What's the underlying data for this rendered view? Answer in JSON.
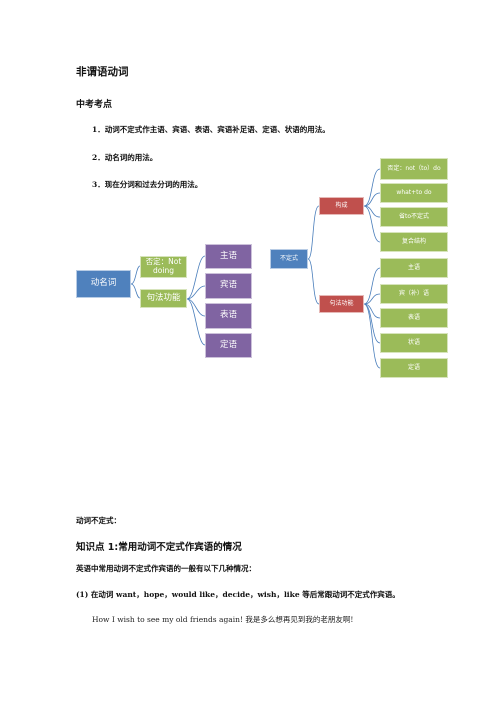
{
  "title": "非谓语动词",
  "section": "中考考点",
  "points": [
    "1．动词不定式作主语、宾语、表语、宾语补足语、定语、状语的用法。",
    "2．动名词的用法。",
    "3．现在分词和过去分词的用法。"
  ],
  "diagram": {
    "gerund": "动名词",
    "gerund_neg": "否定：Not doing",
    "gerund_func": "句法功能",
    "gerund_roles": [
      "主语",
      "宾语",
      "表语",
      "定语"
    ],
    "infinitive": "不定式",
    "inf_structure": "构成",
    "inf_structure_items": [
      "否定：not（to）do",
      "what+to do",
      "省to不定式",
      "复合结构"
    ],
    "inf_func": "句法功能",
    "inf_func_items": [
      "主语",
      "宾（补）语",
      "表语",
      "状语",
      "定语"
    ]
  },
  "infinitive_heading": "动词不定式：",
  "knowledge_point": "知识点 1:常用动词不定式作宾语的情况",
  "intro": "英语中常用动词不定式作宾语的一般有以下几种情况：",
  "rule": "(1)  在动词 want，hope，would like，decide，wish，like 等后常跟动词不定式作宾语。",
  "example": "How I wish to see my old friends again!  我是多么想再见到我的老朋友啊!",
  "colors": {
    "blue": "#4f81bd",
    "green": "#9bbb59",
    "purple": "#8064a2",
    "red": "#c0504d",
    "connector": "#4a7ebb"
  }
}
